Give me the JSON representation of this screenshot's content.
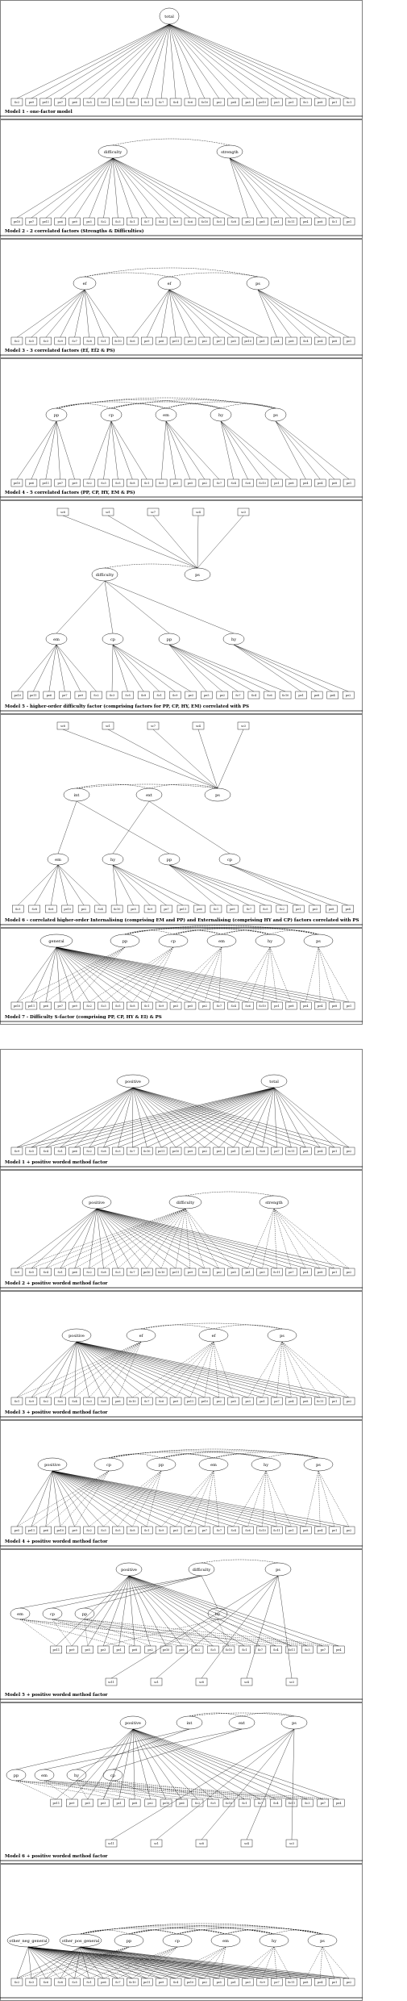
{
  "colors": {
    "ink": "#000000",
    "paper": "#ffffff"
  },
  "panels": [
    {
      "caption": "Model 1 - one-factor model",
      "factors": [
        {
          "id": "total",
          "label": "total"
        }
      ],
      "items": [
        "Sc2",
        "pe9",
        "pe11",
        "pe7",
        "pe6",
        "Sc5",
        "Sc9",
        "Sc3",
        "Sc8",
        "Sc1",
        "Sc7",
        "Sc4",
        "Sc6",
        "Sc10",
        "pe2",
        "pe4",
        "pe5",
        "pe10",
        "pe3",
        "pe1",
        "Sc2",
        "pe8",
        "pe1",
        "Sc1"
      ]
    },
    {
      "caption": "Model 2 - 2 correlated factors (Strengths & Difficulties)",
      "factors": [
        {
          "id": "difficulty",
          "label": "difficulty"
        },
        {
          "id": "strength",
          "label": "strength"
        }
      ],
      "items": [
        "pe10",
        "pe7",
        "pe11",
        "pe6",
        "pe9",
        "pe3",
        "Sc2",
        "Sc3",
        "Sc1",
        "Sc7",
        "Sc4",
        "Sc9",
        "Sc6",
        "Sc10",
        "Sc5",
        "Sc8",
        "pe2",
        "pe5",
        "pe1",
        "Sc11",
        "pe4",
        "pe8",
        "Sc1",
        "pe1"
      ]
    },
    {
      "caption": "Model 3 - 3 correlated factors (Ef, Ef2 & PS)",
      "factors": [
        {
          "id": "ef",
          "label": "ef"
        },
        {
          "id": "ef2",
          "label": "ef"
        },
        {
          "id": "ps",
          "label": "ps"
        }
      ],
      "items": [
        "Sc2",
        "Sc5",
        "Sc3",
        "Sc9",
        "Sc7",
        "Sc8",
        "Sc1",
        "Sc10",
        "Sc6",
        "pe9",
        "pe6",
        "pe11",
        "pe3",
        "pe2",
        "pe7",
        "pe5",
        "pe10",
        "pe1",
        "pe4",
        "pe8",
        "Sc4",
        "pe4",
        "pe8",
        "pe1"
      ]
    },
    {
      "caption": "Model 4 - 5 correlated factors (PP, CP, HY, EM & PS)",
      "factors": [
        {
          "id": "pp",
          "label": "pp"
        },
        {
          "id": "cp",
          "label": "cp"
        },
        {
          "id": "em",
          "label": "em"
        },
        {
          "id": "hy",
          "label": "hy"
        },
        {
          "id": "ps",
          "label": "ps"
        }
      ],
      "items": [
        "pe10",
        "pe6",
        "pe11",
        "pe7",
        "pe9",
        "Sc2",
        "Sc3",
        "Sc5",
        "Sc8",
        "Sc1",
        "Sc9",
        "pe3",
        "pe5",
        "pe2",
        "Sc7",
        "Sc4",
        "Sc6",
        "Sc10",
        "pe1",
        "pe8",
        "pe4",
        "pe4",
        "pe8",
        "pe1"
      ]
    },
    {
      "caption": "Model 5 - higher-order difficulty factor (comprising factors for PP, CP, HY, EM) correlated with PS",
      "factors": [
        {
          "id": "difficulty",
          "label": "difficulty"
        },
        {
          "id": "ps",
          "label": "ps"
        },
        {
          "id": "em",
          "label": "em"
        },
        {
          "id": "cp",
          "label": "cp"
        },
        {
          "id": "pp",
          "label": "pp"
        },
        {
          "id": "hy",
          "label": "hy"
        }
      ],
      "top_items": [
        "sc8",
        "sc1",
        "sc7",
        "sc4",
        "sc3"
      ],
      "items": [
        "pe10",
        "pe11",
        "pe6",
        "pe7",
        "pe9",
        "Sc2",
        "Sc3",
        "Sc5",
        "Sc8",
        "Sc1",
        "Sc9",
        "pe3",
        "pe5",
        "pe2",
        "Sc7",
        "Sc4",
        "Sc6",
        "Sc10",
        "pe1",
        "pe8",
        "pe4",
        "pe2"
      ]
    },
    {
      "caption": "Model 6 - correlated higher-order Internalising (comprising EM and PP) and Externalising (comprising HY and CP) factors correlated with PS",
      "factors": [
        {
          "id": "int",
          "label": "int"
        },
        {
          "id": "ext",
          "label": "ext"
        },
        {
          "id": "ps",
          "label": "ps"
        },
        {
          "id": "em",
          "label": "em"
        },
        {
          "id": "hy",
          "label": "hy"
        },
        {
          "id": "pp",
          "label": "pp"
        },
        {
          "id": "cp",
          "label": "cp"
        }
      ],
      "top_items": [
        "sc8",
        "sc1",
        "sc7",
        "sc4",
        "sc3"
      ],
      "items": [
        "Sc3",
        "Sc8",
        "Sc6",
        "pe10",
        "pe2",
        "Sc4",
        "Sc10",
        "pe5",
        "Sc9",
        "pe7",
        "pe11",
        "pe6",
        "Sc1",
        "pe9",
        "Sc7",
        "Sc5",
        "Sc2",
        "pe1",
        "pe3",
        "pe8",
        "pe4"
      ]
    },
    {
      "caption": "Model 7 - Difficulty S-factor (comprising PP, CP, HY & EI) & PS",
      "factors": [
        {
          "id": "general",
          "label": "general"
        },
        {
          "id": "pp",
          "label": "pp"
        },
        {
          "id": "cp",
          "label": "cp"
        },
        {
          "id": "em",
          "label": "em"
        },
        {
          "id": "hy",
          "label": "hy"
        },
        {
          "id": "ps",
          "label": "ps"
        }
      ],
      "items": [
        "pe10",
        "pe11",
        "pe6",
        "pe7",
        "pe9",
        "Sc2",
        "Sc3",
        "Sc5",
        "Sc8",
        "Sc1",
        "Sc9",
        "pe3",
        "pe5",
        "pe2",
        "Sc7",
        "Sc4",
        "Sc6",
        "Sc10",
        "pe1",
        "pe8",
        "pe4",
        "pe4",
        "pe8",
        "pe1"
      ]
    },
    {
      "caption": "Model 1 + positive worded method factor",
      "factors": [
        {
          "id": "positive",
          "label": "positive"
        },
        {
          "id": "total",
          "label": "total"
        }
      ],
      "items": [
        "Sc9",
        "Sc5",
        "Sc4",
        "Sc1",
        "pe6",
        "Sc2",
        "Sc8",
        "Sc3",
        "Sc7",
        "Sc10",
        "pe11",
        "pe10",
        "pe9",
        "pe2",
        "pe5",
        "pe1",
        "pe3",
        "Sc6",
        "pe7",
        "Sc11",
        "pe8",
        "pe4",
        "pe1",
        "pe2"
      ]
    },
    {
      "caption": "Model 2 + positive worded method factor",
      "factors": [
        {
          "id": "positive",
          "label": "positive"
        },
        {
          "id": "difficulty",
          "label": "difficulty"
        },
        {
          "id": "strength",
          "label": "strength"
        }
      ],
      "items": [
        "Sc9",
        "Sc5",
        "Sc4",
        "Sc1",
        "pe6",
        "Sc2",
        "Sc8",
        "Sc3",
        "Sc7",
        "pe10",
        "Sc10",
        "pe11",
        "pe9",
        "Sc6",
        "pe2",
        "pe5",
        "pe1",
        "pe3",
        "Sc11",
        "pe7",
        "pe4",
        "pe8",
        "pe1",
        "pe2"
      ]
    },
    {
      "caption": "Model 3 + positive worded method factor",
      "factors": [
        {
          "id": "positive",
          "label": "positive"
        },
        {
          "id": "ef",
          "label": "ef"
        },
        {
          "id": "ef2",
          "label": "ef"
        },
        {
          "id": "ps",
          "label": "ps"
        }
      ],
      "items": [
        "Sc1",
        "Sc9",
        "Sc2",
        "Sc5",
        "Sc4",
        "Sc3",
        "Sc8",
        "pe6",
        "Sc10",
        "Sc7",
        "Sc6",
        "pe9",
        "pe11",
        "pe10",
        "pe2",
        "pe5",
        "pe3",
        "pe1",
        "pe7",
        "pe4",
        "pe8",
        "Sc11",
        "pe1",
        "pe2"
      ]
    },
    {
      "caption": "Model 4 + positive worded method factor",
      "factors": [
        {
          "id": "positive",
          "label": "positive"
        },
        {
          "id": "cp",
          "label": "cp"
        },
        {
          "id": "pp",
          "label": "pp"
        },
        {
          "id": "em",
          "label": "em"
        },
        {
          "id": "hy",
          "label": "hy"
        },
        {
          "id": "ps",
          "label": "ps"
        }
      ],
      "items": [
        "pe5",
        "pe11",
        "pe6",
        "pe10",
        "pe9",
        "Sc2",
        "Sc3",
        "Sc5",
        "Sc8",
        "Sc1",
        "Sc9",
        "pe3",
        "pe2",
        "pe7",
        "Sc7",
        "Sc4",
        "Sc6",
        "Sc10",
        "Sc11",
        "pe1",
        "pe8",
        "pe4",
        "pe1",
        "pe2"
      ]
    },
    {
      "caption": "Model 5 + positive worded method factor",
      "factors": [
        {
          "id": "positive",
          "label": "positive"
        },
        {
          "id": "difficulty",
          "label": "difficulty"
        },
        {
          "id": "ps",
          "label": "ps"
        },
        {
          "id": "em",
          "label": "em"
        },
        {
          "id": "cp",
          "label": "cp"
        },
        {
          "id": "pp",
          "label": "pp"
        },
        {
          "id": "hy",
          "label": "hy"
        }
      ],
      "top_items": [
        "pe11",
        "pe9",
        "pe5",
        "pe3",
        "pe1",
        "pe8",
        "pe2",
        "pe10",
        "pe6",
        "Sc2",
        "Sc5",
        "Sc10",
        "Sc1",
        "Sc7",
        "Sc4",
        "Sc11",
        "Sc3",
        "pe7",
        "pe4"
      ],
      "bottom_items": [
        "sc11",
        "sc1",
        "sc8",
        "sc4",
        "sc3"
      ]
    },
    {
      "caption": "Model 6 + positive worded method factor",
      "factors": [
        {
          "id": "positive",
          "label": "positive"
        },
        {
          "id": "int",
          "label": "int"
        },
        {
          "id": "ext",
          "label": "ext"
        },
        {
          "id": "ps",
          "label": "ps"
        },
        {
          "id": "pp",
          "label": "pp"
        },
        {
          "id": "em",
          "label": "em"
        },
        {
          "id": "hy",
          "label": "hy"
        },
        {
          "id": "cp",
          "label": "cp"
        }
      ],
      "top_items": [
        "pe11",
        "pe9",
        "pe5",
        "pe3",
        "pe1",
        "pe8",
        "pe2",
        "pe10",
        "pe6",
        "Sc2",
        "Sc5",
        "Sc10",
        "Sc1",
        "Sc7",
        "Sc4",
        "Sc11",
        "Sc3",
        "pe7",
        "pe4"
      ],
      "bottom_items": [
        "sc11",
        "sc1",
        "sc8",
        "sc4",
        "sc3"
      ]
    },
    {
      "caption": "",
      "factors": [
        {
          "id": "general",
          "label": "other_neg_general"
        },
        {
          "id": "pos",
          "label": "other_pos_general"
        },
        {
          "id": "pp",
          "label": "pp"
        },
        {
          "id": "cp",
          "label": "cp"
        },
        {
          "id": "em",
          "label": "em"
        },
        {
          "id": "hy",
          "label": "hy"
        },
        {
          "id": "ps",
          "label": "ps"
        }
      ],
      "items": [
        "Sc2",
        "Sc3",
        "Sc6",
        "Sc8",
        "Sc5",
        "Sc1",
        "pe6",
        "Sc7",
        "Sc10",
        "pe11",
        "pe9",
        "Sc4",
        "pe10",
        "pe2",
        "pe5",
        "pe1",
        "pe3",
        "Sc9",
        "pe7",
        "Sc11",
        "pe8",
        "pe4",
        "pe1",
        "pe2"
      ]
    }
  ]
}
